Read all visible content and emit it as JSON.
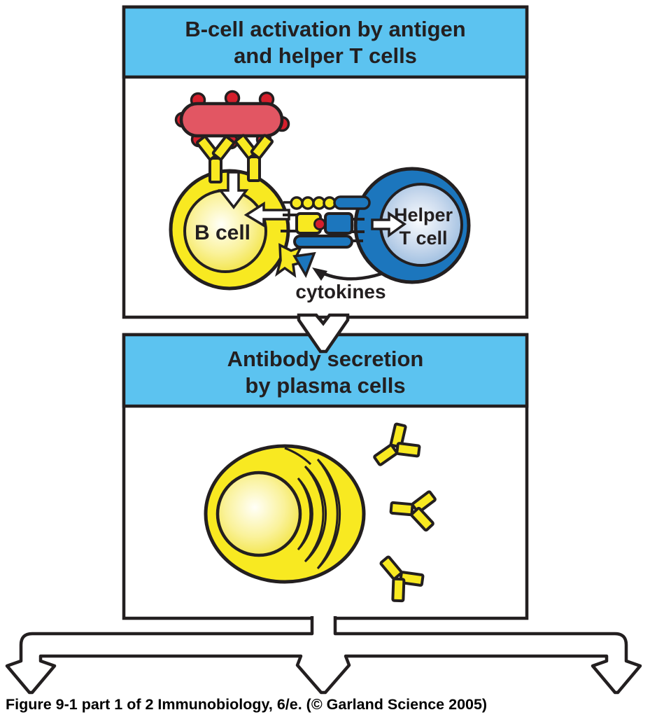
{
  "panels": [
    {
      "title_line1": "B-cell activation by antigen",
      "title_line2": "and helper T cells"
    },
    {
      "title_line1": "Antibody secretion",
      "title_line2": "by plasma cells"
    }
  ],
  "labels": {
    "b_cell": "B cell",
    "helper_line1": "Helper",
    "helper_line2": "T cell",
    "cytokines": "cytokines"
  },
  "caption": {
    "text": "Figure 9-1 part 1 of 2  Immunobiology, 6/e. (© Garland Science 2005)"
  },
  "colors": {
    "header_blue": "#5CC3F0",
    "outline": "#231F20",
    "cell_yellow": "#F8E921",
    "t_blue": "#1C76BD",
    "antigen_red": "#E25663",
    "bump_red": "#D51F2C",
    "white": "#FFFFFF"
  }
}
